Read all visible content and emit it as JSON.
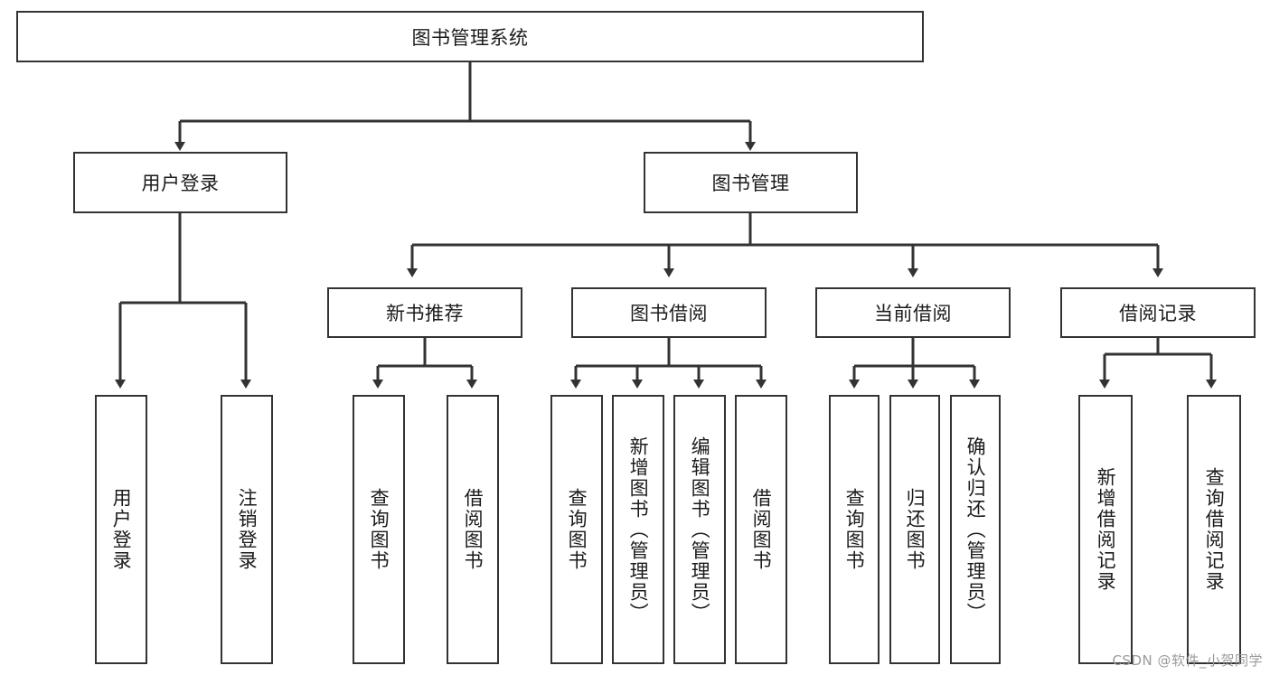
{
  "diagram": {
    "title": "图书管理系统",
    "type": "tree",
    "watermark": "CSDN @软件_小贺同学",
    "colors": {
      "stroke": "#333333",
      "fill": "#ffffff",
      "text": "#1b1b1b",
      "watermark": "#9a9a9a"
    },
    "root": {
      "label": "图书管理系统"
    },
    "level2": [
      {
        "label": "用户登录"
      },
      {
        "label": "图书管理"
      }
    ],
    "level3": [
      {
        "label": "新书推荐"
      },
      {
        "label": "图书借阅"
      },
      {
        "label": "当前借阅"
      },
      {
        "label": "借阅记录"
      }
    ],
    "leaves": {
      "user_login": [
        {
          "label": "用户登录"
        },
        {
          "label": "注销登录"
        }
      ],
      "new_book_recommend": [
        {
          "label": "查询图书"
        },
        {
          "label": "借阅图书"
        }
      ],
      "book_borrow": [
        {
          "label": "查询图书"
        },
        {
          "label": "新增图书（管理员）"
        },
        {
          "label": "编辑图书（管理员）"
        },
        {
          "label": "借阅图书"
        }
      ],
      "current_borrow": [
        {
          "label": "查询图书"
        },
        {
          "label": "归还图书"
        },
        {
          "label": "确认归还（管理员）"
        }
      ],
      "borrow_record": [
        {
          "label": "新增借阅记录"
        },
        {
          "label": "查询借阅记录"
        }
      ]
    }
  }
}
